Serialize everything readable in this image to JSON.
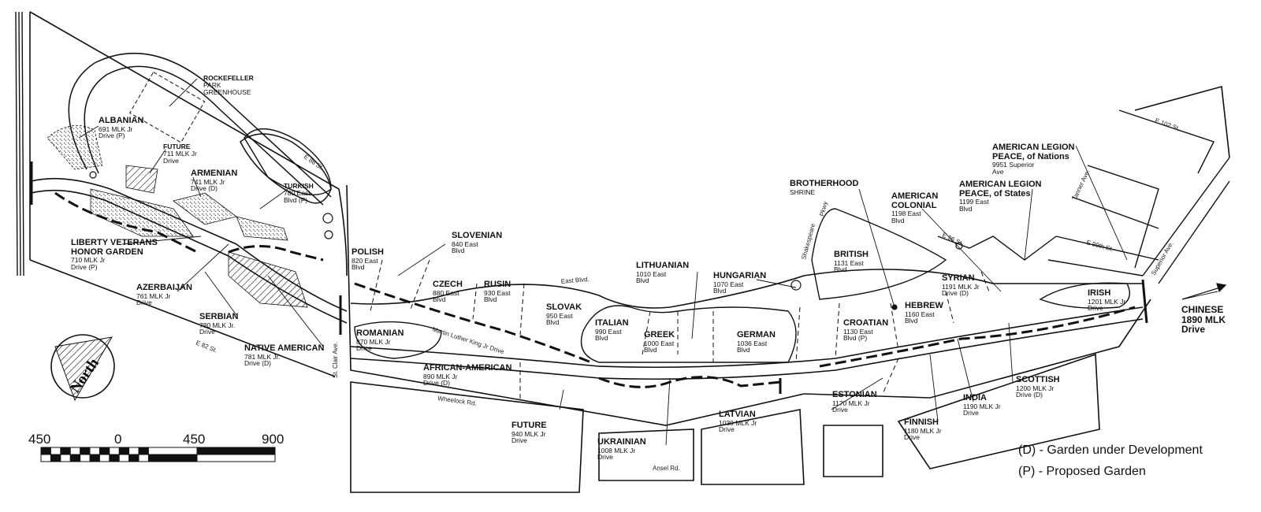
{
  "gardens": [
    {
      "id": "albanian",
      "name": "ALBANIAN",
      "addr": [
        "691 MLK Jr",
        "Drive (P)"
      ]
    },
    {
      "id": "future-711",
      "name": "FUTURE",
      "addr": [
        "711 MLK Jr",
        "Drive"
      ],
      "small": true
    },
    {
      "id": "armenian",
      "name": "ARMENIAN",
      "addr": [
        "741 MLK Jr",
        "Drive (D)"
      ]
    },
    {
      "id": "turkish",
      "name": "TURKISH",
      "addr": [
        "780 East",
        "Blvd (P)"
      ],
      "small": true
    },
    {
      "id": "rockefeller",
      "name": "ROCKEFELLER",
      "addr": [
        "PARK",
        "GREENHOUSE"
      ],
      "small": true
    },
    {
      "id": "liberty",
      "name": "LIBERTY VETERANS",
      "addr": [
        "710 MLK Jr",
        "Drive (P)"
      ],
      "name2": "HONOR GARDEN"
    },
    {
      "id": "azerbaijan",
      "name": "AZERBAIJAN",
      "addr": [
        "761 MLK Jr",
        "Drive"
      ]
    },
    {
      "id": "serbian",
      "name": "SERBIAN",
      "addr": [
        "780 MLK Jr.",
        "Drive"
      ]
    },
    {
      "id": "native-american",
      "name": "NATIVE AMERICAN",
      "addr": [
        "781 MLK Jr.",
        "Drive (D)"
      ]
    },
    {
      "id": "polish",
      "name": "POLISH",
      "addr": [
        "820 East",
        "Blvd"
      ]
    },
    {
      "id": "slovenian",
      "name": "SLOVENIAN",
      "addr": [
        "840 East",
        "Blvd"
      ]
    },
    {
      "id": "czech",
      "name": "CZECH",
      "addr": [
        "880 East",
        "Blvd"
      ]
    },
    {
      "id": "rusin",
      "name": "RUSIN",
      "addr": [
        "930 East",
        "Blvd"
      ]
    },
    {
      "id": "slovak",
      "name": "SLOVAK",
      "addr": [
        "950 East",
        "Blvd"
      ]
    },
    {
      "id": "romanian",
      "name": "ROMANIAN",
      "addr": [
        "870 MLK Jr",
        "Drive"
      ]
    },
    {
      "id": "african-american",
      "name": "AFRICAN-AMERICAN",
      "addr": [
        "890 MLK Jr",
        "Drive (D)"
      ]
    },
    {
      "id": "future-940",
      "name": "FUTURE",
      "addr": [
        "940 MLK Jr",
        "Drive"
      ]
    },
    {
      "id": "lithuanian",
      "name": "LITHUANIAN",
      "addr": [
        "1010 East",
        "Blvd"
      ]
    },
    {
      "id": "italian",
      "name": "ITALIAN",
      "addr": [
        "990 East",
        "Blvd"
      ]
    },
    {
      "id": "greek",
      "name": "GREEK",
      "addr": [
        "1000 East",
        "Blvd"
      ]
    },
    {
      "id": "hungarian",
      "name": "HUNGARIAN",
      "addr": [
        "1070 East",
        "Blvd"
      ]
    },
    {
      "id": "german",
      "name": "GERMAN",
      "addr": [
        "1036 East",
        "Blvd"
      ]
    },
    {
      "id": "ukrainian",
      "name": "UKRAINIAN",
      "addr": [
        "1008 MLK Jr",
        "Drive"
      ]
    },
    {
      "id": "latvian",
      "name": "LATVIAN",
      "addr": [
        "1030 MLK Jr",
        "Drive"
      ]
    },
    {
      "id": "brotherhood",
      "name": "BROTHERHOOD",
      "addr": [
        "SHRINE"
      ]
    },
    {
      "id": "british",
      "name": "BRITISH",
      "addr": [
        "1131 East",
        "Blvd"
      ]
    },
    {
      "id": "croatian",
      "name": "CROATIAN",
      "addr": [
        "1130 East",
        "Blvd (P)"
      ]
    },
    {
      "id": "american-colonial",
      "name": "AMERICAN",
      "name2": "COLONIAL",
      "addr": [
        "1198 East",
        "Blvd"
      ]
    },
    {
      "id": "hebrew",
      "name": "HEBREW",
      "addr": [
        "1160 East",
        "Blvd"
      ]
    },
    {
      "id": "syrian",
      "name": "SYRIAN",
      "addr": [
        "1191 MLK Jr",
        "Drive (D)"
      ]
    },
    {
      "id": "estonian",
      "name": "ESTONIAN",
      "addr": [
        "1170 MLK Jr",
        "Drive"
      ]
    },
    {
      "id": "finnish",
      "name": "FINNISH",
      "addr": [
        "1180 MLK Jr",
        "Drive"
      ]
    },
    {
      "id": "india",
      "name": "INDIA",
      "addr": [
        "1190 MLK Jr",
        "Drive"
      ]
    },
    {
      "id": "scottish",
      "name": "SCOTTISH",
      "addr": [
        "1200 MLK Jr",
        "Drive (D)"
      ]
    },
    {
      "id": "irish",
      "name": "IRISH",
      "addr": [
        "1201 MLK Jr",
        "Drive"
      ]
    },
    {
      "id": "al-states",
      "name": "AMERICAN LEGION",
      "name2": "PEACE, of States",
      "addr": [
        "1199 East",
        "Blvd"
      ]
    },
    {
      "id": "al-nations",
      "name": "AMERICAN LEGION",
      "name2": "PEACE, of Nations",
      "addr": [
        "9951 Superior",
        "Ave"
      ]
    },
    {
      "id": "chinese",
      "name": "CHINESE",
      "name2": "1890 MLK",
      "name3": "Drive"
    }
  ],
  "roads": {
    "e88": "E 88 St.",
    "e82": "E 82 St.",
    "stclair": "St. Clair Ave.",
    "eastblvd": "East Blvd.",
    "mlk": "Martin Luther King Jr Drive",
    "wheelock": "Wheelock Rd.",
    "ansel": "Ansel Rd.",
    "shakespeare": "Shakespeare",
    "pkwy": "Pkwy",
    "e96": "E 96 St.",
    "e99": "E 99th St.",
    "e102": "E 102 St.",
    "tanner": "Tanner Ave.",
    "superior": "Superior Ave."
  },
  "compass": {
    "label": "North"
  },
  "scale": {
    "ticks": [
      "450",
      "0",
      "450",
      "900"
    ]
  },
  "legend": {
    "d": "(D) - Garden under Development",
    "p": "(P) - Proposed Garden"
  }
}
